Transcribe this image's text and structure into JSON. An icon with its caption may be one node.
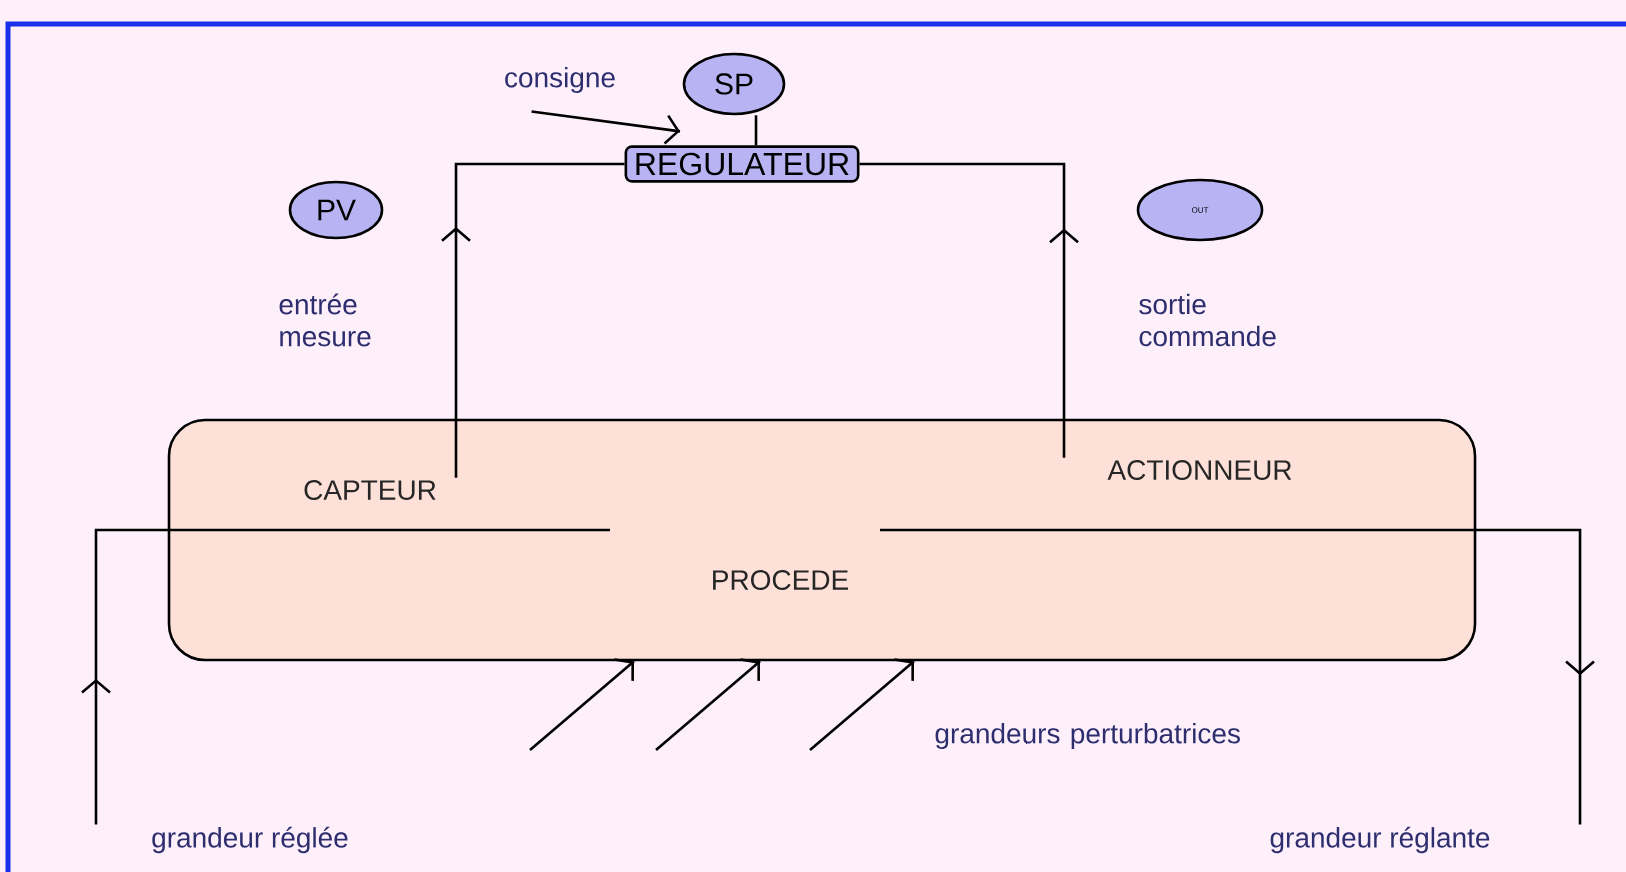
{
  "diagram": {
    "nodes": [
      {
        "text": [
          "consigne"
        ]
      },
      {
        "text": [
          "SP"
        ]
      },
      {
        "text": [
          "REGULATEUR"
        ]
      },
      {
        "text": [
          "PV"
        ]
      },
      {
        "text": [
          "OUT"
        ]
      },
      {
        "text": [
          "PROCEDE"
        ]
      },
      {
        "text": [
          "CAPTEUR"
        ],
        "in": 5
      },
      {
        "text": [
          "ACTIONNEUR"
        ],
        "in": 5
      },
      {
        "text": [
          "grandeur réglée"
        ]
      },
      {
        "text": [
          "grandeur réglante"
        ]
      }
    ],
    "edges": [
      {
        "from": 6,
        "to": 2,
        "arrow": "to"
      },
      {
        "from": 7,
        "to": 2,
        "arrow": "to"
      },
      {
        "from": 0,
        "to": 2,
        "arrow": "to"
      },
      {
        "from": 1,
        "to": 2,
        "arrow": "none"
      },
      {
        "from": 8,
        "to": 5,
        "arrow": "to"
      },
      {
        "from": 5,
        "to": 9,
        "arrow": "to"
      },
      {
        "from": null,
        "to": 5,
        "arrow": "to"
      },
      {
        "from": null,
        "to": 5,
        "arrow": "to"
      },
      {
        "from": null,
        "to": 5,
        "arrow": "to"
      }
    ],
    "labels": [
      "entrée mesure",
      "sortie commande",
      "grandeurs perturbatrices"
    ]
  }
}
